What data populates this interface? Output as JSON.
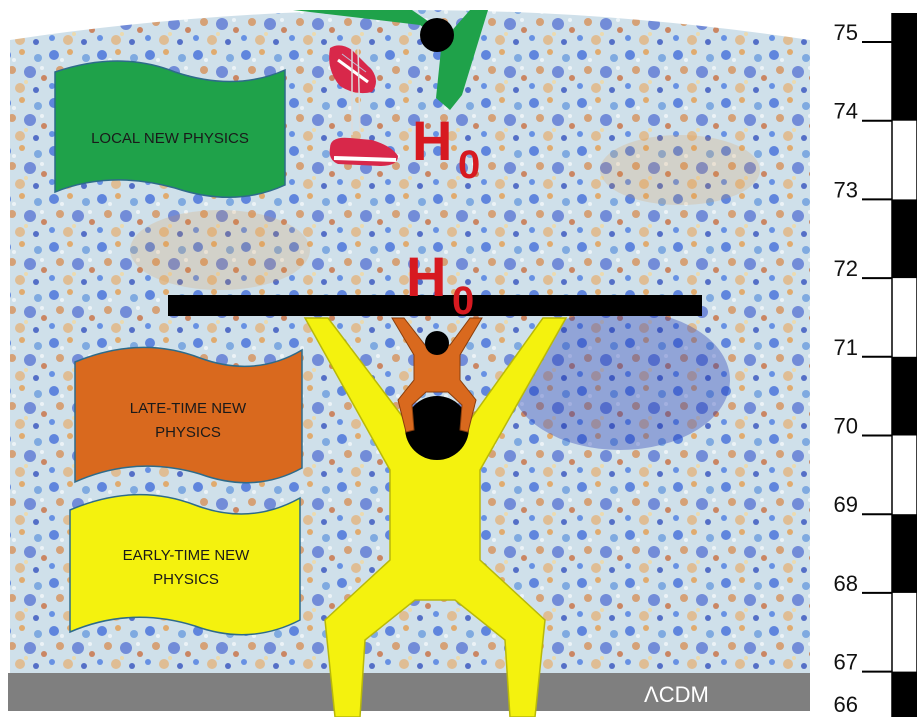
{
  "flags": {
    "local": {
      "line1": "LOCAL NEW PHYSICS",
      "color": "#1fa24a"
    },
    "late": {
      "line1": "LATE-TIME NEW",
      "line2": "PHYSICS",
      "color": "#d9691e"
    },
    "early": {
      "line1": "EARLY-TIME NEW",
      "line2": "PHYSICS",
      "color": "#f4f20e"
    }
  },
  "h0_label": {
    "letter": "H",
    "subscript": "0",
    "color": "#d71920"
  },
  "ground": {
    "label": "ΛCDM",
    "color": "#7f7f7f"
  },
  "figures": {
    "big": "#f4f20e",
    "small": "#d9691e",
    "top": "#1fa24a"
  },
  "scale": {
    "min": 66,
    "max": 75,
    "ticks": [
      "75",
      "74",
      "73",
      "72",
      "71",
      "70",
      "69",
      "68",
      "67",
      "66"
    ]
  }
}
